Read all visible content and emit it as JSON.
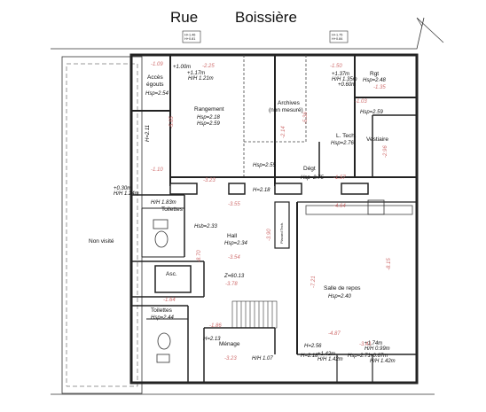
{
  "street": {
    "word1": "Rue",
    "word2": "Boissière"
  },
  "rooms": [
    {
      "id": "acces-egouts",
      "name": "Accès",
      "name2": "égouts",
      "hsp": "Hsp=2.54"
    },
    {
      "id": "rangement",
      "name": "Rangement",
      "hsp": "Hsp=2.18",
      "hsp2": "Hsp=2.59"
    },
    {
      "id": "archives",
      "name": "Archives",
      "name2": "(non mesuré)"
    },
    {
      "id": "rgt",
      "name": "Rgt",
      "hsp": "Hsp=2.48"
    },
    {
      "id": "l-tech",
      "name": "L. Tech.",
      "hsp": "Hsp=2.76"
    },
    {
      "id": "vestiaire",
      "name": "Vestiaire"
    },
    {
      "id": "degt",
      "name": "Dégt",
      "hsp": "Hsp=2.75"
    },
    {
      "id": "toilettes-1",
      "name": "Toilettes"
    },
    {
      "id": "hall",
      "name": "Hall",
      "hsp": "Hsp=2.34"
    },
    {
      "id": "non-visite",
      "name": "Non visité"
    },
    {
      "id": "asc",
      "name": "Asc."
    },
    {
      "id": "toilettes-2",
      "name": "Toilettes",
      "hsp": "Hsp=2.44"
    },
    {
      "id": "menage",
      "name": "Ménage"
    },
    {
      "id": "salle-de-repos",
      "name": "Salle de repos",
      "hsp": "Hsp=2.40"
    },
    {
      "id": "placard",
      "name": "Placard Tech."
    }
  ],
  "dimensions": {
    "top_left_box": "H+1.46\nH+0.81",
    "top_right_box": "H+1.75\nH+0.84",
    "h100": "+1.00m",
    "h117": "+1.17m",
    "h121": "H/H 1.21m",
    "h137": "+1.37m",
    "h135": "H/H 1.35m",
    "h060": "+0.60m",
    "h211": "H=2.11",
    "hsp259": "Hsp=2.59",
    "hsp255": "Hsp=2.55",
    "h218": "H=2.18",
    "h030": "+0.30m",
    "h124": "H/H 1.24m",
    "h183": "H/H 1.83m",
    "hsp233": "Hsb=2.33",
    "z": "Z=60.13",
    "h213": "H=2.13",
    "h107": "H/H 1.07",
    "h256": "H=2.56",
    "h218b": "H=2.18",
    "h142": "+1.42m",
    "h142b": "H/H 1.42m",
    "hsp271": "Hsp=2.71",
    "h067": "+0.67m",
    "h142c": "H/H 1.42m",
    "h174": "+1.74m",
    "h099": "H/H 0.99m"
  },
  "altitudes": {
    "a1": "-1.09",
    "a2": "-2.25",
    "a3": "-1.50",
    "a4": "-1.35",
    "a5": "-1.10",
    "a6": "-3.23",
    "a7": "-3.55",
    "a8": "-1.57",
    "a9": "-4.64",
    "a10": "-3.54",
    "a11": "-8.70",
    "a12": "-3.78",
    "a13": "-7.21",
    "a14": "-8.15",
    "a15": "-1.86",
    "a16": "-4.87",
    "a17": "-3.23",
    "a18": "-3.41",
    "a19": "-5.65",
    "a20": "-5.36",
    "a21": "-1.64",
    "a22": "-2.96",
    "a23": "-3.90",
    "a24": "-1.03",
    "a25": "-2.14"
  }
}
